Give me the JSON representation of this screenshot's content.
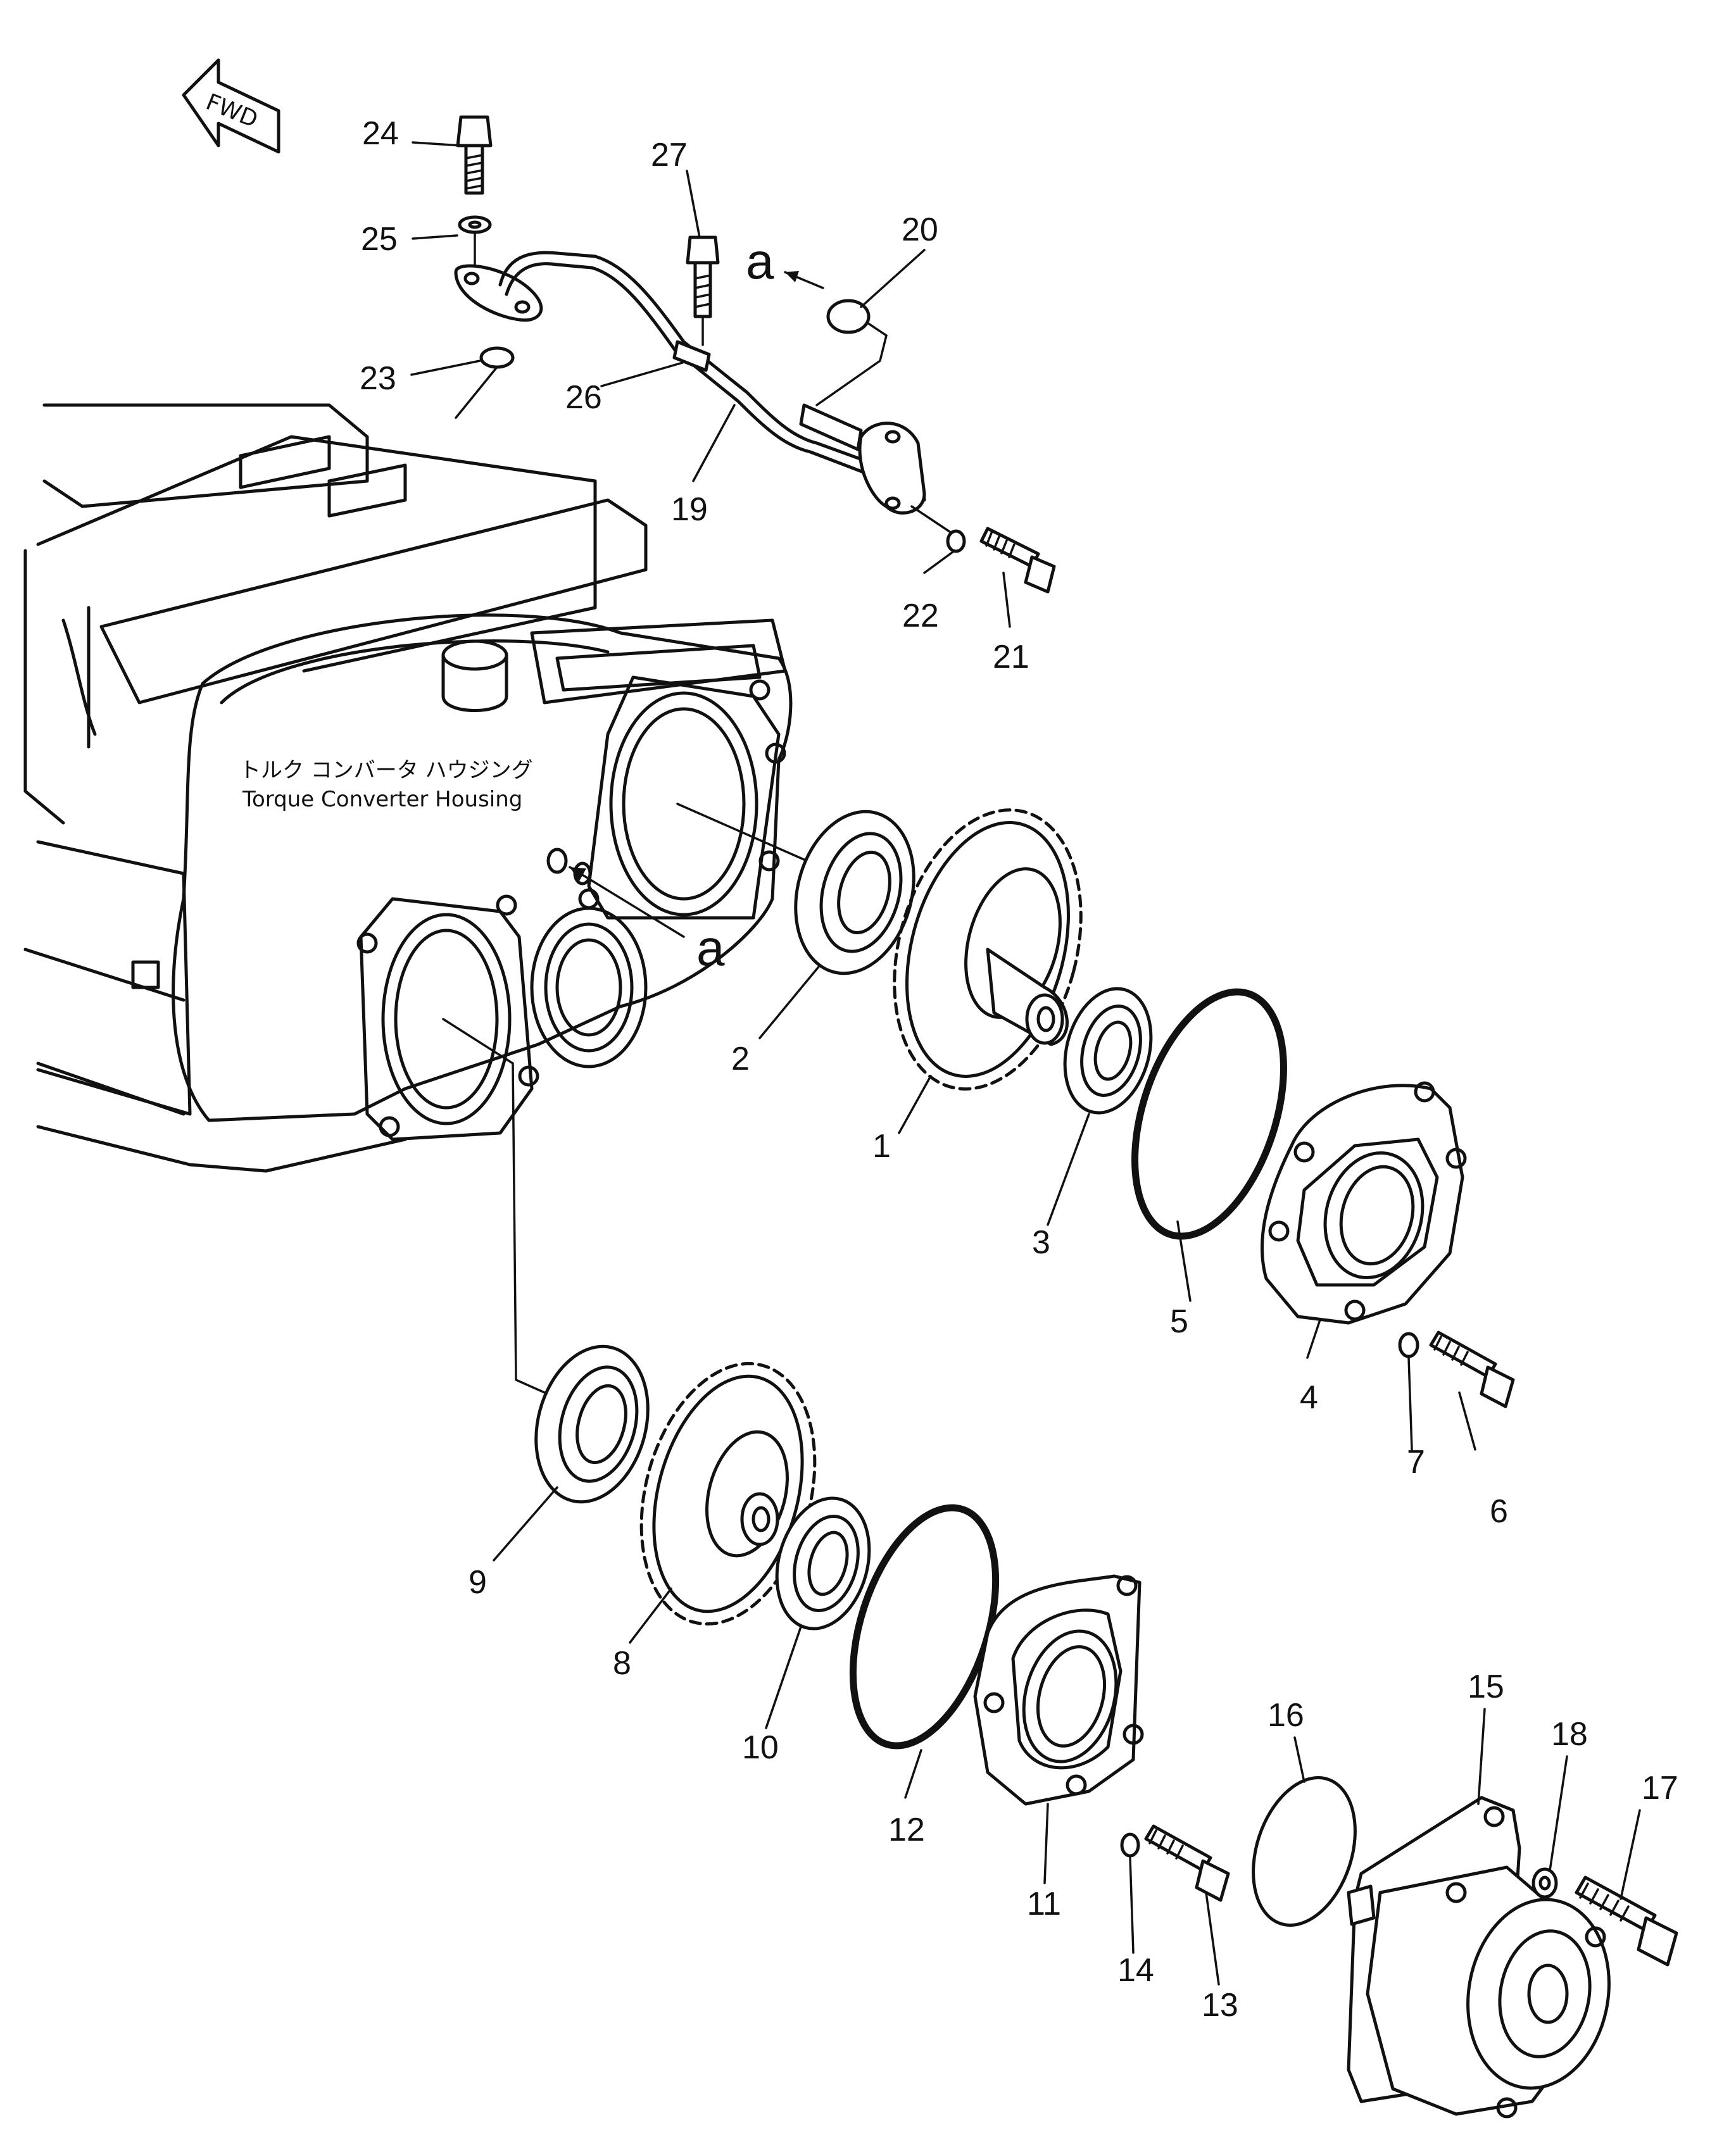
{
  "diagram": {
    "direction_indicator": "FWD",
    "housing_label_ja": "トルク コンバータ ハウジング",
    "housing_label_en": "Torque Converter Housing",
    "ref_letter_pipe_end": "a",
    "ref_letter_housing_port": "a",
    "part_numbers": [
      "1",
      "2",
      "3",
      "4",
      "5",
      "6",
      "7",
      "8",
      "9",
      "10",
      "11",
      "12",
      "13",
      "14",
      "15",
      "16",
      "17",
      "18",
      "19",
      "20",
      "21",
      "22",
      "23",
      "24",
      "25",
      "26",
      "27"
    ]
  }
}
